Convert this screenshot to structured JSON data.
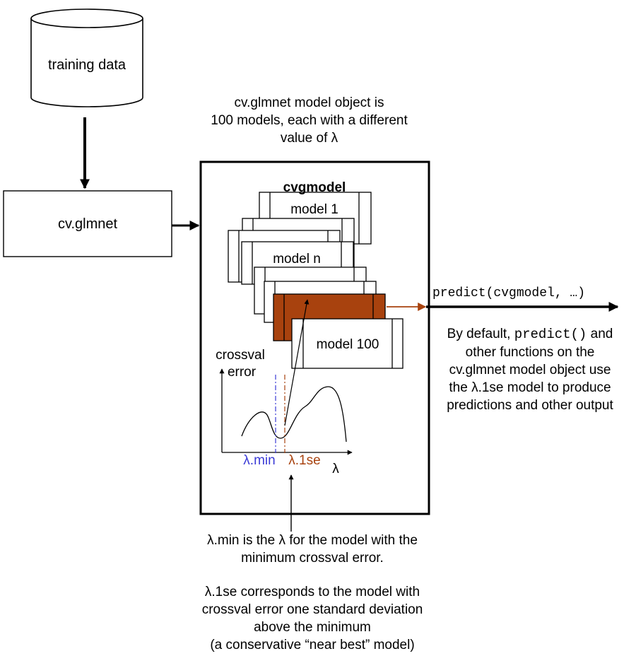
{
  "training_data": {
    "label": "training data"
  },
  "cvglmnet_box": {
    "label": "cv.glmnet"
  },
  "model_object_caption": {
    "line1": "cv.glmnet model object is",
    "line2": "100 models, each with a different",
    "line3": "value of λ"
  },
  "cvgmodel": {
    "title": "cvgmodel",
    "model_first": "model 1",
    "model_mid": "model n",
    "model_last": "model 100"
  },
  "plot": {
    "ylabel_line1": "crossval",
    "ylabel_line2": "error",
    "xlabel": "λ",
    "lambda_min": "λ.min",
    "lambda_1se": "λ.1se"
  },
  "predict": {
    "call": "predict(cvgmodel, …)",
    "desc_line1_pre": "By default, ",
    "desc_line1_code": "predict()",
    "desc_line1_post": " and",
    "desc_line2": "other functions on the",
    "desc_line3": "cv.glmnet model object use",
    "desc_line4": "the λ.1se model to produce",
    "desc_line5": "predictions and other output"
  },
  "bottom_note": {
    "line1": "λ.min is the λ for the model with the",
    "line2": "minimum crossval error.",
    "line3": "λ.1se corresponds to the model with",
    "line4": "crossval error one standard deviation",
    "line5": "above the minimum",
    "line6": "(a conservative “near best” model)"
  },
  "colors": {
    "lambda_min": "#3b3bd6",
    "lambda_1se": "#a8420e",
    "selected_model_fill": "#a8420e",
    "outline": "#000000"
  }
}
